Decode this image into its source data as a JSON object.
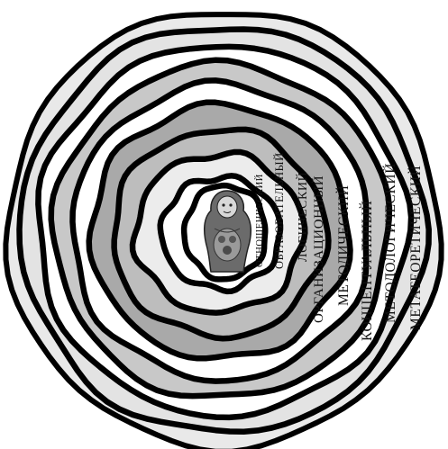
{
  "center_figure": {
    "icon": "matryoshka-doll-icon"
  },
  "layers": [
    {
      "label": "ОТНОШЕНЧЕСКИЙ",
      "fill": "#ffffff"
    },
    {
      "label": "ОБРАЗОВАТЕЛЬНЫЙ",
      "fill": "#ececec"
    },
    {
      "label": "ЛОГИЧЕСКИЙ",
      "fill": "#bdbdbd"
    },
    {
      "label": "ОРГАНИЗАЦИОННЫЙ",
      "fill": "#a9a9a9"
    },
    {
      "label": "МЕТОДИЧЕСКИЙ",
      "fill": "#ffffff"
    },
    {
      "label": "КОНЦЕПТУАЛЬНЫЙ",
      "fill": "#c8c8c8"
    },
    {
      "label": "МЕТОДОЛОГИЧЕСКИЙ",
      "fill": "#ffffff"
    },
    {
      "label": "МЕТАТЕОРЕТИЧЕСКИЙ",
      "fill": "#e3e3e3"
    }
  ],
  "colors": {
    "outline": "#000000",
    "outer_band": "#e9e9e9",
    "doll": "#6b6b6b"
  }
}
